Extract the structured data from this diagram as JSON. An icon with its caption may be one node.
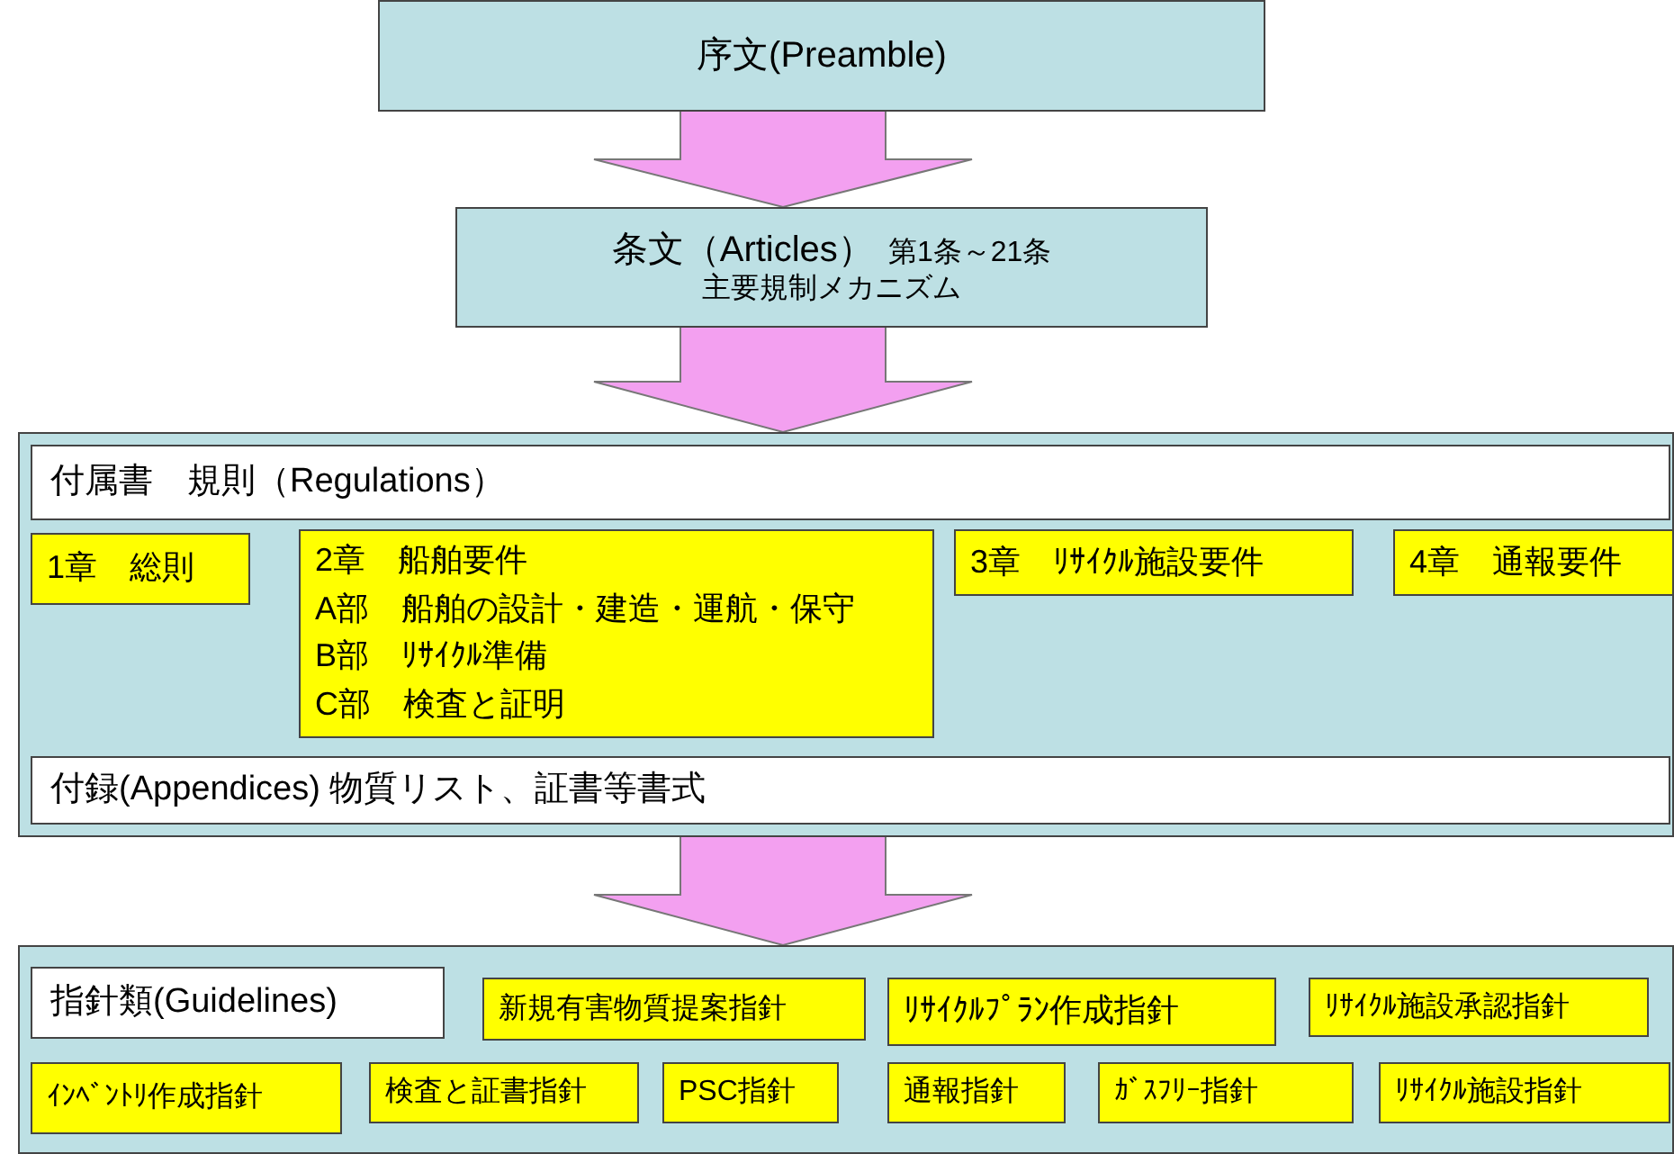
{
  "diagram": {
    "nodes": [
      {
        "text": [
          "序文(Preamble)"
        ]
      },
      {
        "text": [
          "条文（Articles）",
          "第1条～21条",
          "主要規制メカニズム"
        ]
      },
      {
        "text": [],
        "shape": "box"
      },
      {
        "text": [
          "付属書　規則（Regulations）"
        ],
        "in": 2
      },
      {
        "text": [
          "1章　総則"
        ],
        "in": 2
      },
      {
        "text": [
          "2章　船舶要件",
          "A部　船舶の設計・建造・運航・保守",
          "B部　ﾘｻｲｸﾙ準備",
          "C部　検査と証明"
        ],
        "in": 2
      },
      {
        "text": [
          "3章　ﾘｻｲｸﾙ施設要件"
        ],
        "in": 2
      },
      {
        "text": [
          "4章　通報要件"
        ],
        "in": 2
      },
      {
        "text": [
          "付録(Appendices) 物質リスト、証書等書式"
        ],
        "in": 2
      },
      {
        "text": [],
        "shape": "box"
      },
      {
        "text": [
          "指針類(Guidelines)"
        ],
        "in": 9
      },
      {
        "text": [
          "新規有害物質提案指針"
        ],
        "in": 9
      },
      {
        "text": [
          "ﾘｻｲｸﾙﾌﾟﾗﾝ作成指針"
        ],
        "in": 9
      },
      {
        "text": [
          "ﾘｻｲｸﾙ施設承認指針"
        ],
        "in": 9
      },
      {
        "text": [
          "ｲﾝﾍﾞﾝﾄﾘ作成指針"
        ],
        "in": 9
      },
      {
        "text": [
          "検査と証書指針"
        ],
        "in": 9
      },
      {
        "text": [
          "PSC指針"
        ],
        "in": 9
      },
      {
        "text": [
          "通報指針"
        ],
        "in": 9
      },
      {
        "text": [
          "ｶﾞｽﾌﾘｰ指針"
        ],
        "in": 9
      },
      {
        "text": [
          "ﾘｻｲｸﾙ施設指針"
        ],
        "in": 9
      }
    ],
    "edges": [
      {
        "from": 0,
        "to": 1,
        "arrow": "to"
      },
      {
        "from": 1,
        "to": 2,
        "arrow": "to"
      },
      {
        "from": 2,
        "to": 9,
        "arrow": "to"
      }
    ]
  }
}
